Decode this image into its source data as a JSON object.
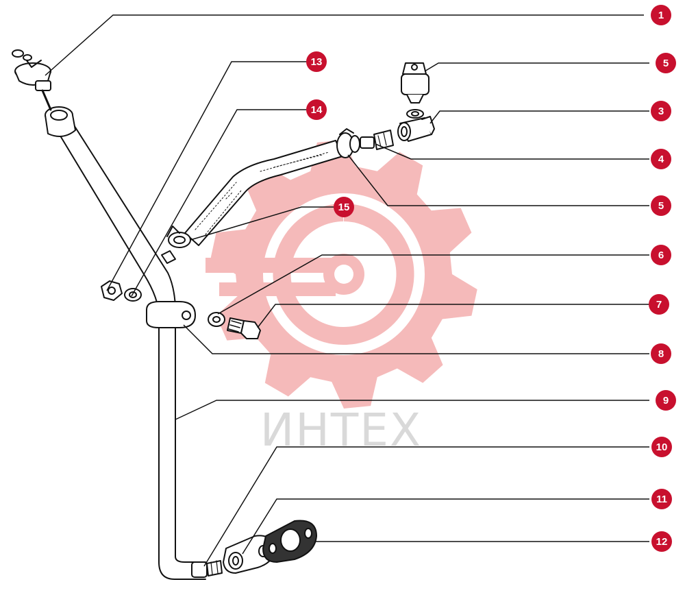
{
  "colors": {
    "callout": "#c8102e",
    "callout_text": "#ffffff",
    "line": "#111111",
    "watermark": "#f2a3a3",
    "watermark_text": "#d9d9d9"
  },
  "watermark": {
    "text": "ИНТЕХ"
  },
  "callouts": [
    {
      "n": "1"
    },
    {
      "n": "5"
    },
    {
      "n": "3"
    },
    {
      "n": "4"
    },
    {
      "n": "5"
    },
    {
      "n": "6"
    },
    {
      "n": "7"
    },
    {
      "n": "8"
    },
    {
      "n": "9"
    },
    {
      "n": "10"
    },
    {
      "n": "11"
    },
    {
      "n": "12"
    },
    {
      "n": "13"
    },
    {
      "n": "14"
    },
    {
      "n": "15"
    }
  ]
}
